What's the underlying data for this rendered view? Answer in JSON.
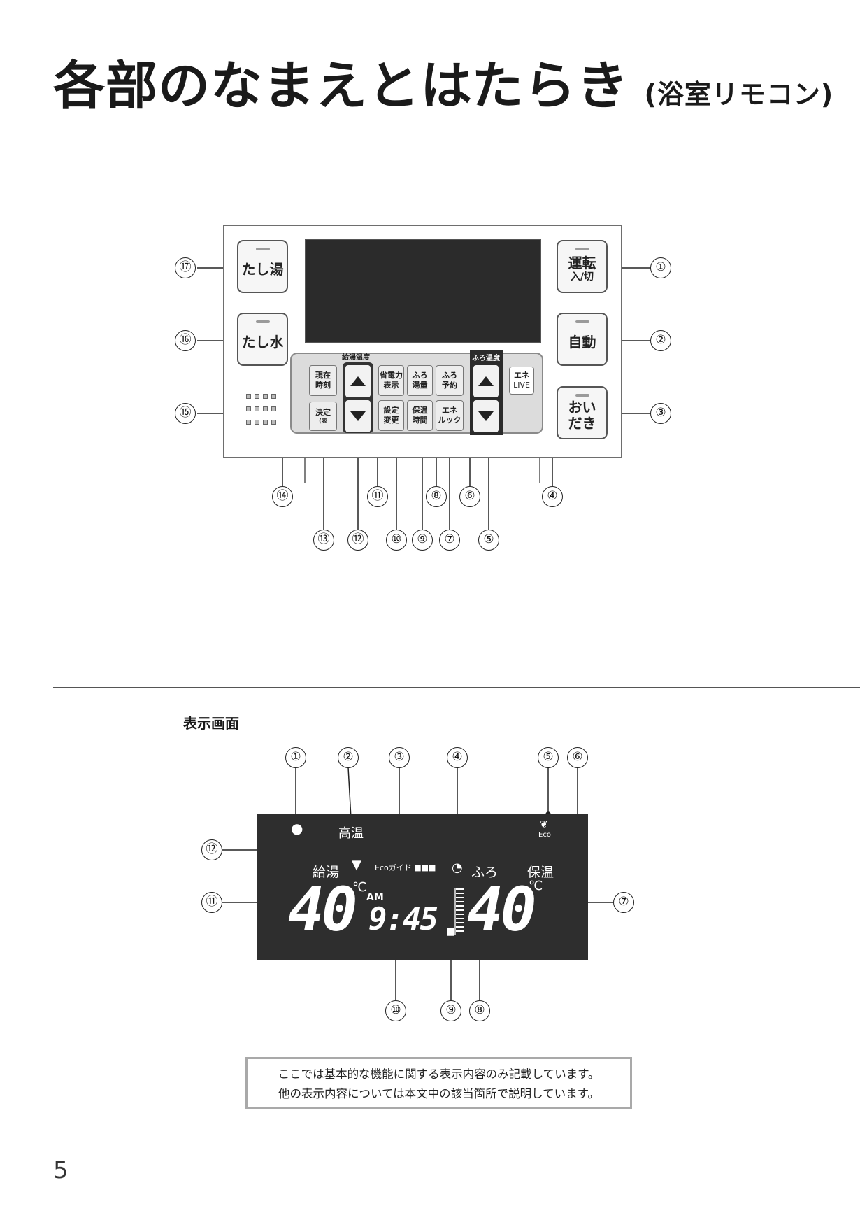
{
  "header": {
    "title": "各部のなまえとはたらき",
    "subtitle": "(浴室リモコン)"
  },
  "remote": {
    "buttons": {
      "tashiyu": "たし湯",
      "tashimizu": "たし水",
      "unten_top": "運転",
      "unten_bottom": "入/切",
      "jidou": "自動",
      "oidaki_top": "おい",
      "oidaki_bottom": "だき"
    },
    "panel": {
      "kyuto_label": "給湯温度",
      "furo_label": "ふろ温度",
      "genzai_top": "現在",
      "genzai_bottom": "時刻",
      "kettei_top": "決定",
      "kettei_bottom": "(表",
      "shoden_top": "省電力",
      "shoden_bottom": "表示",
      "settei_top": "設定",
      "settei_bottom": "変更",
      "furo_yuryo_top": "ふろ",
      "furo_yuryo_bottom": "湯量",
      "hoon_top": "保温",
      "hoon_bottom": "時間",
      "furo_yoyaku_top": "ふろ",
      "furo_yoyaku_bottom": "予約",
      "ene_look_top": "エネ",
      "ene_look_bottom": "ルック",
      "ene_live_top": "エネ",
      "ene_live_bottom": "LIVE"
    },
    "callouts": [
      "①",
      "②",
      "③",
      "④",
      "⑤",
      "⑥",
      "⑦",
      "⑧",
      "⑨",
      "⑩",
      "⑪",
      "⑫",
      "⑬",
      "⑭",
      "⑮",
      "⑯",
      "⑰"
    ]
  },
  "display": {
    "heading": "表示画面",
    "kouon": "高温",
    "eco": "Eco",
    "kyuto": "給湯",
    "furo": "ふろ",
    "hoon": "保温",
    "eco_guide": "Ecoガイド",
    "kyuto_temp": "40",
    "furo_temp": "40",
    "unit_left": "℃",
    "unit_right": "℃",
    "am": "AM",
    "time": "9:45",
    "callouts": [
      "①",
      "②",
      "③",
      "④",
      "⑤",
      "⑥",
      "⑦",
      "⑧",
      "⑨",
      "⑩",
      "⑪",
      "⑫"
    ]
  },
  "note": {
    "line1": "ここでは基本的な機能に関する表示内容のみ記載しています。",
    "line2": "他の表示内容については本文中の該当箇所で説明しています。"
  },
  "page_number": "5"
}
